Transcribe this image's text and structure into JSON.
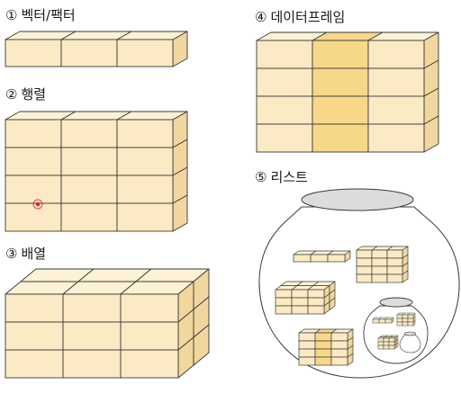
{
  "sections": {
    "vector": {
      "number": "①",
      "label": "벡터/팩터"
    },
    "matrix": {
      "number": "②",
      "label": "행렬"
    },
    "array": {
      "number": "③",
      "label": "배열"
    },
    "dataframe": {
      "number": "④",
      "label": "데이터프레임"
    },
    "list": {
      "number": "⑤",
      "label": "리스트"
    }
  },
  "colors": {
    "cell_front": "#fbeac3",
    "cell_top": "#fdf2d6",
    "cell_side": "#f1d79e",
    "highlight_front": "#f7d889",
    "stroke": "#3a3a3a",
    "pointer": "#e0242f"
  }
}
